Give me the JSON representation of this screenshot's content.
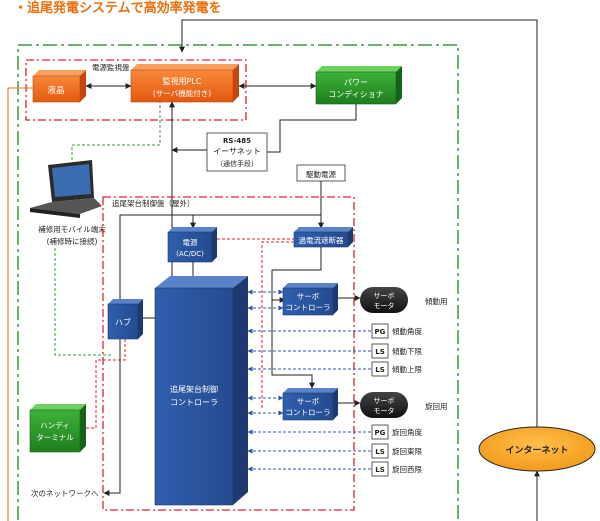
{
  "header": {
    "title": "・追尾発電システムで高効率発電を"
  },
  "panels": {
    "monitor_panel": "電源監視盤",
    "tracker_panel": "追尾架台制御盤（屋外）"
  },
  "blocks": {
    "lcd": "液晶",
    "plc_line1": "監視用PLC",
    "plc_line2": "(サーバ機能付き)",
    "pcs_line1": "パワー",
    "pcs_line2": "コンディショナ",
    "rs485_line1": "RS-485",
    "rs485_line2": "イーサネット",
    "rs485_line3": "（通信手段）",
    "drive_power": "駆動電源",
    "power_line1": "電源",
    "power_line2": "(AC/DC)",
    "breaker": "過電流遮断器",
    "hub": "ハブ",
    "controller_line1": "追尾架台制御",
    "controller_line2": "コントローラ",
    "servo_ctrl_line1": "サーボ",
    "servo_ctrl_line2": "コントローラ",
    "servo_motor_line1": "サーボ",
    "servo_motor_line2": "モータ",
    "laptop_line1": "補修用モバイル端末",
    "laptop_line2": "(補修時に接続)",
    "handy_line1": "ハンディ",
    "handy_line2": "ターミナル",
    "internet": "インターネット",
    "next_network": "次のネットワークへ"
  },
  "tilt_group": {
    "label": "傾動用",
    "sensors": [
      {
        "tag": "PG",
        "label": "傾動角度"
      },
      {
        "tag": "LS",
        "label": "傾動下限"
      },
      {
        "tag": "LS",
        "label": "傾動上限"
      }
    ]
  },
  "rotation_group": {
    "label": "旋回用",
    "sensors": [
      {
        "tag": "PG",
        "label": "旋回角度"
      },
      {
        "tag": "LS",
        "label": "旋回東限"
      },
      {
        "tag": "LS",
        "label": "旋回西限"
      }
    ]
  },
  "colors": {
    "orange": "#f26f1e",
    "green": "#2e9b2a",
    "blue": "#2d5aa8",
    "red_dash": "#e0202a",
    "green_dash": "#3a9a3a",
    "internet_fill": "#f5a623"
  }
}
